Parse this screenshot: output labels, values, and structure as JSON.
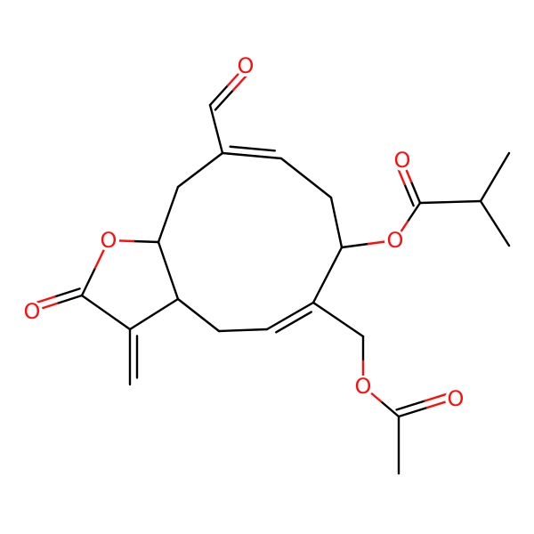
{
  "colors": {
    "background": "#ffffff",
    "carbon_bond": "#000000",
    "oxygen": "#ff0d0d"
  },
  "atoms": [
    {
      "id": "o_aldehyde",
      "symbol": "O"
    },
    {
      "id": "o_ester_isobutyrate_carbonyl",
      "symbol": "O"
    },
    {
      "id": "o_ester_isobutyrate_link",
      "symbol": "O"
    },
    {
      "id": "o_lactone_ring",
      "symbol": "O"
    },
    {
      "id": "o_lactone_carbonyl",
      "symbol": "O"
    },
    {
      "id": "o_acetate_link",
      "symbol": "O"
    },
    {
      "id": "o_acetate_carbonyl",
      "symbol": "O"
    }
  ]
}
